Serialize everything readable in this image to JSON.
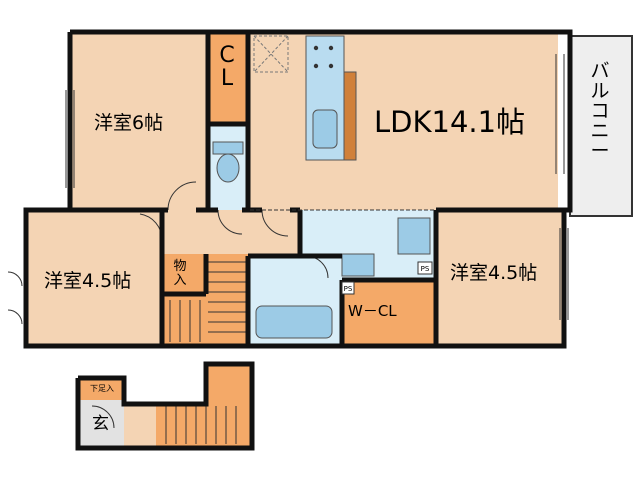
{
  "rooms": {
    "western_6": "洋室6帖",
    "ldk": "LDK14.1帖",
    "western_45_left": "洋室4.5帖",
    "western_45_right": "洋室4.5帖",
    "closet_top": "CL",
    "storage": "物入",
    "walk_in_closet": "W－CL",
    "balcony": "バルコニー",
    "entrance": "玄",
    "shoe_cabinet": "下足入"
  },
  "colors": {
    "room": "#F4D4B4",
    "wet_area": "#D9EEF8",
    "closet": "#F4A968",
    "wall": "#111111",
    "balcony": "#EEEEEE",
    "kitchen_counter": "#D0803A",
    "fixture": "#9CCBE6",
    "entrance_floor": "#E2E2E2"
  }
}
